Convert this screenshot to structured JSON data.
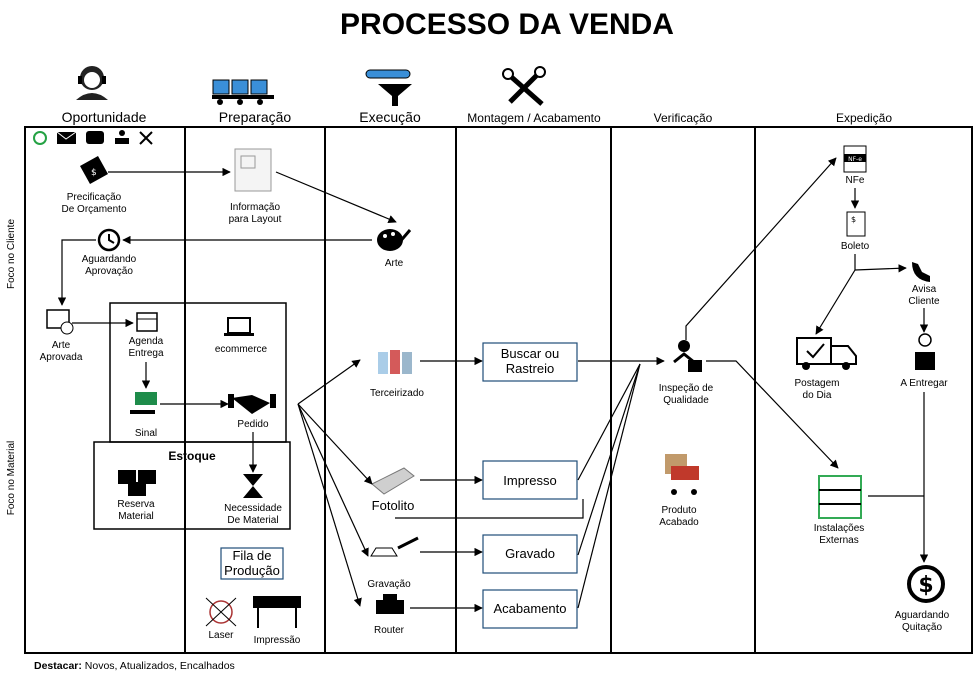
{
  "title": "PROCESSO DA VENDA",
  "lanes": {
    "oportunidade": "Oportunidade",
    "preparacao": "Preparação",
    "execucao": "Execução",
    "montagem": "Montagem / Acabamento",
    "verificacao": "Verificação",
    "expedicao": "Expedição"
  },
  "side_labels": {
    "cliente": "Foco no Cliente",
    "material": "Foco no Material"
  },
  "nodes": {
    "precificacao_1": "Precificação",
    "precificacao_2": "De Orçamento",
    "informacao_1": "Informação",
    "informacao_2": "para Layout",
    "arte": "Arte",
    "aguardando_1": "Aguardando",
    "aguardando_2": "Aprovação",
    "arte_aprovada_1": "Arte",
    "arte_aprovada_2": "Aprovada",
    "agenda_1": "Agenda",
    "agenda_2": "Entrega",
    "ecommerce": "ecommerce",
    "sinal": "Sinal",
    "pedido": "Pedido",
    "estoque": "Estoque",
    "reserva_1": "Reserva",
    "reserva_2": "Material",
    "necessidade_1": "Necessidade",
    "necessidade_2": "De Material",
    "fila_1": "Fila de",
    "fila_2": "Produção",
    "laser": "Laser",
    "impressao": "Impressão",
    "terceirizado": "Terceirizado",
    "fotolito": "Fotolito",
    "gravacao": "Gravação",
    "router": "Router",
    "buscar_1": "Buscar ou",
    "buscar_2": "Rastreio",
    "impresso": "Impresso",
    "gravado": "Gravado",
    "acabamento": "Acabamento",
    "inspecao_1": "Inspeção de",
    "inspecao_2": "Qualidade",
    "produto_1": "Produto",
    "produto_2": "Acabado",
    "nfe": "NFe",
    "nfe_badge": "NF-e",
    "boleto": "Boleto",
    "avisa_1": "Avisa",
    "avisa_2": "Cliente",
    "a_entregar": "A Entregar",
    "postagem_1": "Postagem",
    "postagem_2": "do Dia",
    "instalacoes_1": "Instalações",
    "instalacoes_2": "Externas",
    "quitacao_1": "Aguardando",
    "quitacao_2": "Quitação"
  },
  "footer": {
    "label": "Destacar:",
    "text": " Novos, Atualizados, Encalhados"
  }
}
